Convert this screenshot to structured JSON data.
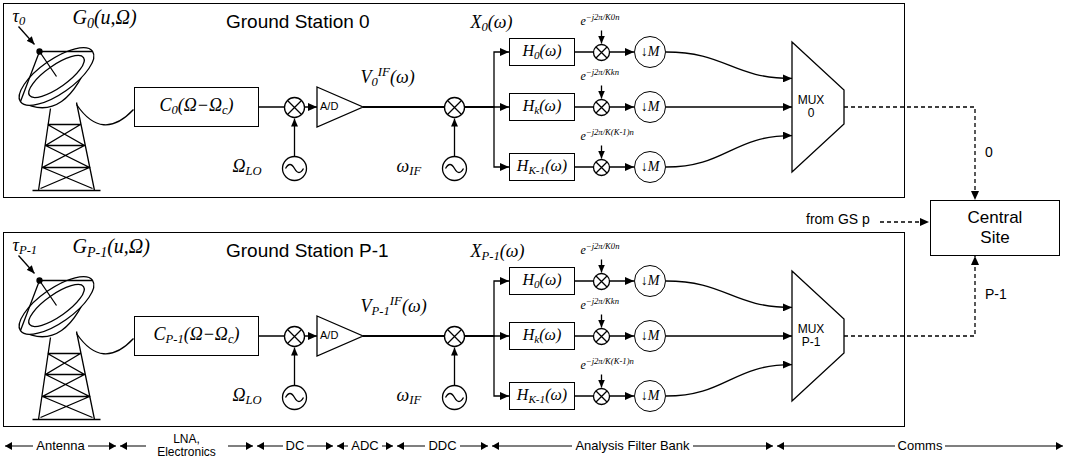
{
  "diagram": {
    "nodes": [
      {
        "text": [
          "Ground Station 0"
        ]
      },
      {
        "text": [
          "C0(Ω−Ωc)"
        ],
        "in": 0
      },
      {
        "text": [
          "A/D"
        ],
        "in": 0
      },
      {
        "text": [
          "H0(ω)"
        ],
        "in": 0
      },
      {
        "text": [
          "Hk(ω)"
        ],
        "in": 0
      },
      {
        "text": [
          "HK-1(ω)"
        ],
        "in": 0
      },
      {
        "text": [
          "↓M"
        ],
        "in": 0
      },
      {
        "text": [
          "↓M"
        ],
        "in": 0
      },
      {
        "text": [
          "↓M"
        ],
        "in": 0
      },
      {
        "text": [
          "MUX 0"
        ],
        "in": 0
      },
      {
        "text": [
          "Ground Station P-1"
        ]
      },
      {
        "text": [
          "CP-1(Ω−Ωc)"
        ],
        "in": 10
      },
      {
        "text": [
          "A/D"
        ],
        "in": 10
      },
      {
        "text": [
          "H0(ω)"
        ],
        "in": 10
      },
      {
        "text": [
          "Hk(ω)"
        ],
        "in": 10
      },
      {
        "text": [
          "HK-1(ω)"
        ],
        "in": 10
      },
      {
        "text": [
          "↓M"
        ],
        "in": 10
      },
      {
        "text": [
          "↓M"
        ],
        "in": 10
      },
      {
        "text": [
          "↓M"
        ],
        "in": 10
      },
      {
        "text": [
          "MUX P-1"
        ],
        "in": 10
      },
      {
        "text": [
          "Central Site"
        ]
      }
    ],
    "edges": [
      {
        "from": 1,
        "to": 2,
        "arrow": "to"
      },
      {
        "from": 2,
        "to": 3,
        "arrow": "to"
      },
      {
        "from": 2,
        "to": 4,
        "arrow": "to"
      },
      {
        "from": 2,
        "to": 5,
        "arrow": "to"
      },
      {
        "from": 3,
        "to": 6,
        "arrow": "to"
      },
      {
        "from": 4,
        "to": 7,
        "arrow": "to"
      },
      {
        "from": 5,
        "to": 8,
        "arrow": "to"
      },
      {
        "from": 6,
        "to": 9,
        "arrow": "to"
      },
      {
        "from": 7,
        "to": 9,
        "arrow": "to"
      },
      {
        "from": 8,
        "to": 9,
        "arrow": "to"
      },
      {
        "from": 9,
        "to": 20,
        "label": "0",
        "arrow": "to"
      },
      {
        "from": 11,
        "to": 12,
        "arrow": "to"
      },
      {
        "from": 12,
        "to": 13,
        "arrow": "to"
      },
      {
        "from": 12,
        "to": 14,
        "arrow": "to"
      },
      {
        "from": 12,
        "to": 15,
        "arrow": "to"
      },
      {
        "from": 13,
        "to": 16,
        "arrow": "to"
      },
      {
        "from": 14,
        "to": 17,
        "arrow": "to"
      },
      {
        "from": 15,
        "to": 18,
        "arrow": "to"
      },
      {
        "from": 16,
        "to": 19,
        "arrow": "to"
      },
      {
        "from": 17,
        "to": 19,
        "arrow": "to"
      },
      {
        "from": 18,
        "to": 19,
        "arrow": "to"
      },
      {
        "from": 19,
        "to": 20,
        "label": "P-1",
        "arrow": "to"
      }
    ],
    "labels": [
      "τ0",
      "G0(u,Ω)",
      "ΩLO",
      "V0IF(ω)",
      "ωIF",
      "X0(ω)",
      "e−j2π/K0n",
      "e−j2π/Kkn",
      "e−j2π/K(K-1)n",
      "τP-1",
      "GP-1(u,Ω)",
      "ΩLO",
      "VP-1IF(ω)",
      "ωIF",
      "XP-1(ω)",
      "e−j2π/K0n",
      "e−j2π/Kkn",
      "e−j2π/K(K-1)n",
      "from GS p",
      "Antenna",
      "LNA, Electronics",
      "DC",
      "ADC",
      "DDC",
      "Analysis Filter Bank",
      "Comms"
    ]
  }
}
